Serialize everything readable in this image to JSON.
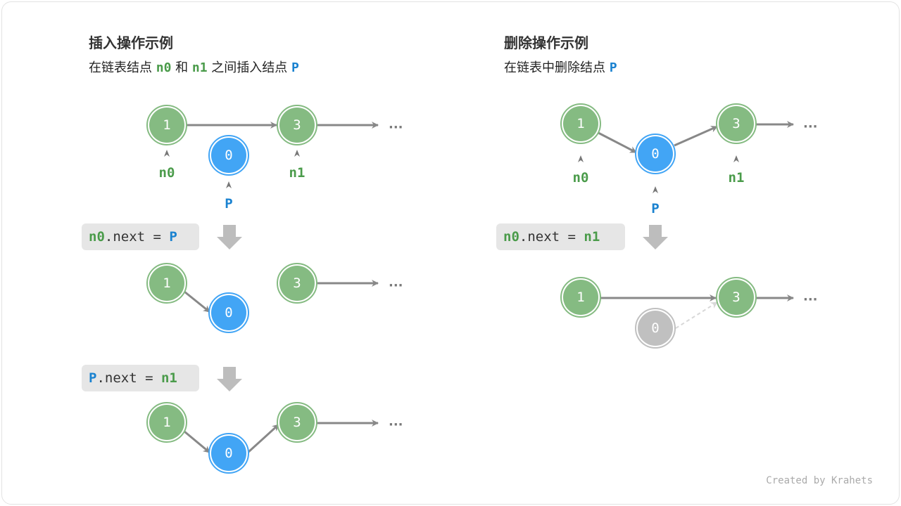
{
  "colors": {
    "green": "#85bb82",
    "blue": "#42a5f5",
    "gray": "#c0c0c0",
    "green_text": "#4a9b4a",
    "blue_text": "#1a82d0"
  },
  "insert": {
    "title": "插入操作示例",
    "subtitle": {
      "p1": "在链表结点 ",
      "n0": "n0",
      "p2": " 和 ",
      "n1": "n1",
      "p3": " 之间插入结点 ",
      "P": "P"
    },
    "code1": {
      "a": "n0",
      "b": ".next = ",
      "c": "P"
    },
    "code2": {
      "a": "P",
      "b": ".next = ",
      "c": "n1"
    },
    "labels": {
      "n0": "n0",
      "n1": "n1",
      "P": "P"
    },
    "nodes": {
      "a": "1",
      "b": "3",
      "p": "0"
    },
    "ellipsis": "···"
  },
  "delete": {
    "title": "删除操作示例",
    "subtitle": {
      "p1": "在链表中删除结点 ",
      "P": "P"
    },
    "code": {
      "a": "n0",
      "b": ".next = ",
      "c": "n1"
    },
    "labels": {
      "n0": "n0",
      "n1": "n1",
      "P": "P"
    },
    "nodes": {
      "a": "1",
      "b": "3",
      "p": "0"
    },
    "ellipsis": "···"
  },
  "footer": "Created by Krahets"
}
